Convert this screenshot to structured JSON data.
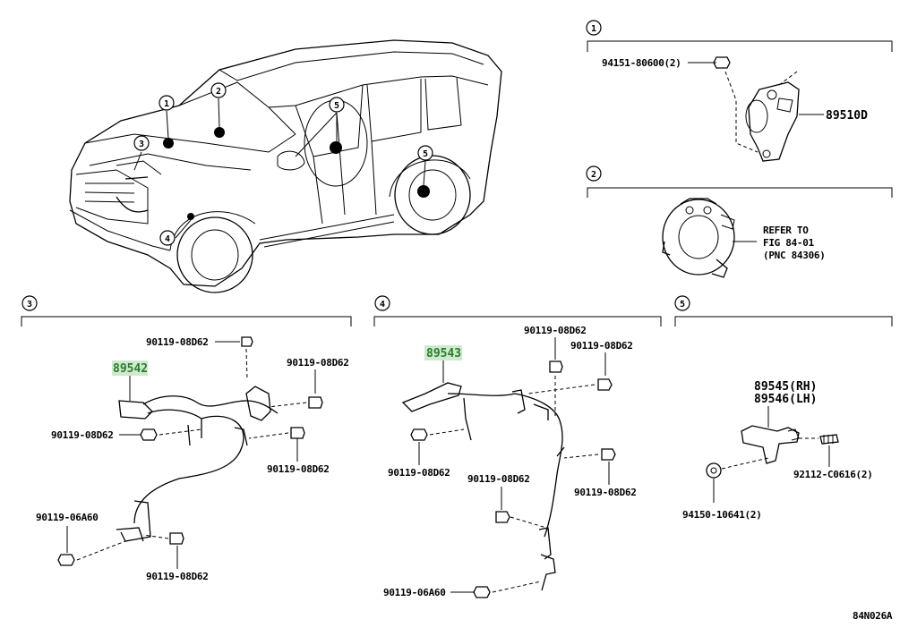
{
  "diagram_code": "84N026A",
  "callouts": {
    "c1": "1",
    "c2": "2",
    "c3": "3",
    "c4": "4",
    "c5": "5"
  },
  "section1": {
    "number": "1",
    "bolt": "94151-80600(2)",
    "part": "89510D"
  },
  "section2": {
    "number": "2",
    "refer_line1": "REFER TO",
    "refer_line2": "FIG 84-01",
    "refer_line3": "(PNC 84306)"
  },
  "section3": {
    "number": "3",
    "part": "89542",
    "bolt_top": "90119-08D62",
    "bolt_right_top": "90119-08D62",
    "bolt_left": "90119-08D62",
    "bolt_right_bottom": "90119-08D62",
    "bolt_low_left": "90119-06A60",
    "bolt_bottom": "90119-08D62"
  },
  "section4": {
    "number": "4",
    "part": "89543",
    "bolt_top": "90119-08D62",
    "bolt_top_right": "90119-08D62",
    "bolt_left": "90119-08D62",
    "bolt_mid": "90119-08D62",
    "bolt_right": "90119-08D62",
    "bolt_bottom": "90119-06A60"
  },
  "section5": {
    "number": "5",
    "part_rh": "89545(RH)",
    "part_lh": "89546(LH)",
    "bolt_right": "92112-C0616(2)",
    "bolt_left": "94150-10641(2)"
  },
  "colors": {
    "highlight": "#cfe9cf",
    "highlight_text": "#2a7d2a"
  }
}
